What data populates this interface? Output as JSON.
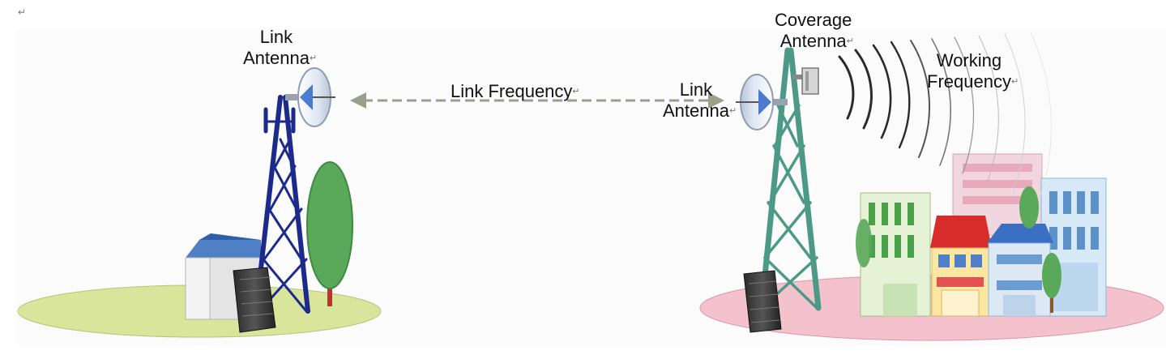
{
  "labels": {
    "left_link_antenna": [
      "Link",
      "Antenna"
    ],
    "link_frequency": "Link Frequency",
    "right_link_antenna": [
      "Link",
      "Antenna"
    ],
    "coverage_antenna": [
      "Coverage",
      "Antenna"
    ],
    "working_frequency": [
      "Working",
      "Frequency"
    ]
  },
  "paragraph_mark": "↵",
  "colors": {
    "left_ground": "#d9e59b",
    "right_ground": "#f4c2cc",
    "left_tower": "#1c2a8c",
    "right_tower": "#4c9a86",
    "arrow": "#9aa08a",
    "tree": "#5aa85a",
    "repeater": "#3a3a3a"
  },
  "icons": [
    "dish-antenna-icon",
    "panel-antenna-icon",
    "repeater-unit-icon",
    "tree-icon",
    "shelter-icon",
    "buildings-icon"
  ]
}
